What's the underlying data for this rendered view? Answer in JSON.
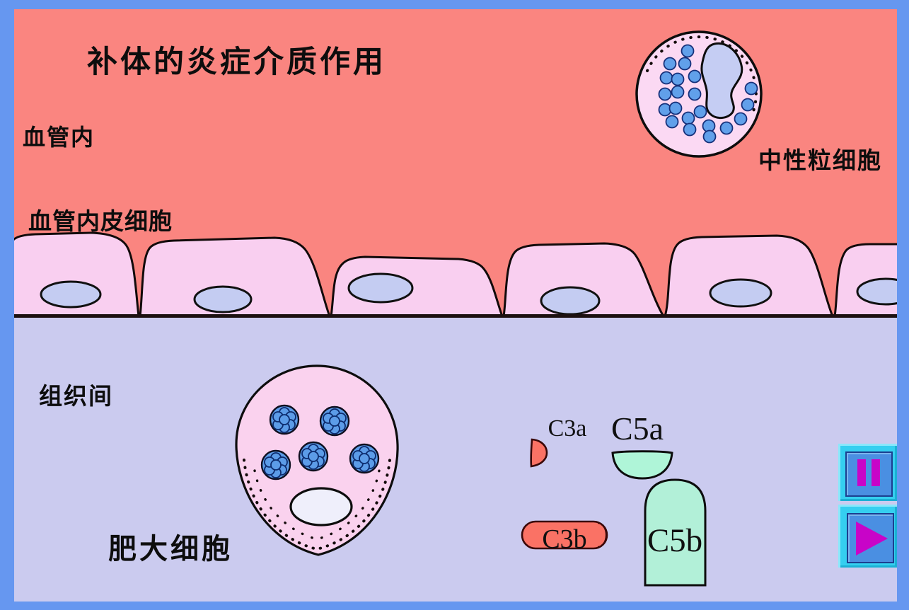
{
  "title": "补体的炎症介质作用",
  "labels": {
    "intravascular": "血管内",
    "endothelium": "血管内皮细胞",
    "interstitium": "组织间",
    "neutrophil": "中性粒细胞",
    "mast_cell": "肥大细胞"
  },
  "molecules": {
    "c3a": "C3a",
    "c5a": "C5a",
    "c3b": "C3b",
    "c5b": "C5b"
  },
  "controls": {
    "pause_icon": "pause-icon",
    "play_icon": "play-icon"
  },
  "colors": {
    "frame_blue": "#6697F0",
    "blood_background": "#FA8580",
    "tissue_background": "#CBCBEF",
    "cell_pink": "#F9CFF0",
    "nucleus_lavender": "#C4CCF2",
    "granule_blue": "#5C9CE8",
    "anaphylatoxin_salmon": "#FA7265",
    "fragment_green": "#AFF2D8",
    "button_cyan": "#35CFF0",
    "button_face_blue": "#4A8FE2",
    "button_glyph_magenta": "#C804C8"
  }
}
